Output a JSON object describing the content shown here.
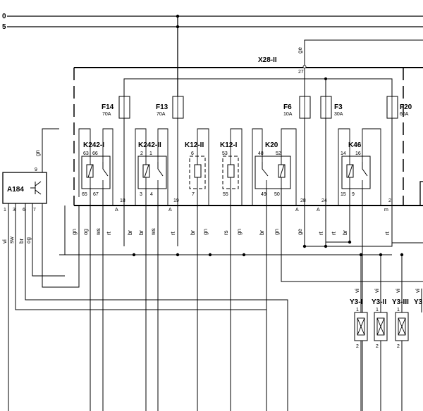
{
  "rails": {
    "top": "0",
    "second": "5"
  },
  "connector": {
    "name": "X28-II",
    "pin_top": "27",
    "wire_top": "ge"
  },
  "fuses": [
    {
      "name": "F14",
      "rating": "70A"
    },
    {
      "name": "F13",
      "rating": "70A"
    },
    {
      "name": "F6",
      "rating": "10A"
    },
    {
      "name": "F3",
      "rating": "30A"
    },
    {
      "name": "F20",
      "rating": "60A"
    }
  ],
  "relays": [
    {
      "name": "K242-I",
      "pins_top": [
        "63",
        "66"
      ],
      "pins_bottom": [
        "65",
        "67"
      ]
    },
    {
      "name": "K242-II",
      "pins_top": [
        "2",
        "1"
      ],
      "pins_bottom": [
        "3",
        "4"
      ]
    },
    {
      "name": "K12-II",
      "pins_top": [
        "6"
      ],
      "pins_bottom": [
        "7"
      ]
    },
    {
      "name": "K12-I",
      "pins_top": [
        "53"
      ],
      "pins_bottom": [
        "55"
      ]
    },
    {
      "name": "K20",
      "pins_top": [
        "48",
        "52"
      ],
      "pins_bottom": [
        "49",
        "50"
      ]
    },
    {
      "name": "K46",
      "pins_top": [
        "14",
        "16"
      ],
      "pins_bottom": [
        "15",
        "9"
      ]
    }
  ],
  "box_pins": [
    "18",
    "19",
    "28",
    "24",
    "2"
  ],
  "box_letters": [
    "A",
    "A",
    "A",
    "A",
    "m"
  ],
  "module": {
    "name": "A184",
    "pin_top": "9",
    "wire_top": "gn",
    "pins_bottom": [
      "1",
      "3",
      "6",
      "7"
    ],
    "wires_bottom": [
      "vi",
      "sw",
      "br",
      "og"
    ]
  },
  "lower_wires": [
    "gn",
    "og",
    "ws",
    "rt",
    "br",
    "br",
    "ws",
    "rt",
    "br",
    "gn",
    "rs",
    "gn",
    "br",
    "gn",
    "ge",
    "rt",
    "rt",
    "br",
    "rt"
  ],
  "valves": [
    {
      "name": "Y3-I",
      "wire": "vi",
      "pin_top": "1",
      "pin_bottom": "2"
    },
    {
      "name": "Y3-II",
      "wire": "vi",
      "pin_top": "1",
      "pin_bottom": "2"
    },
    {
      "name": "Y3-III",
      "wire": "vi",
      "pin_top": "1",
      "pin_bottom": "2"
    },
    {
      "name": "Y3",
      "wire": "vi"
    }
  ]
}
